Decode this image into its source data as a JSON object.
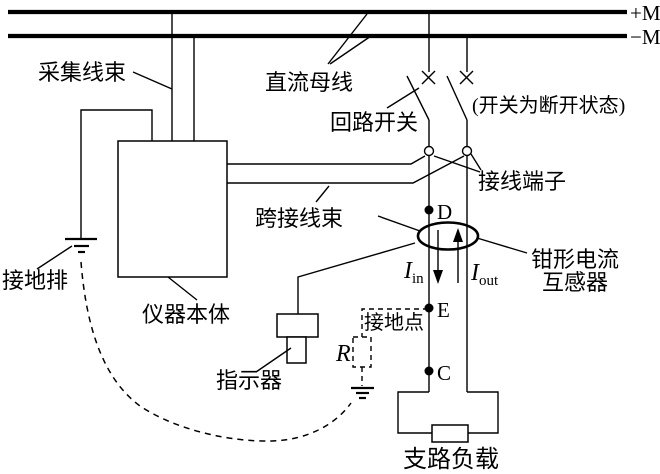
{
  "diagram": {
    "type": "electrical-wiring-schematic",
    "colors": {
      "line": "#000000",
      "background": "#ffffff"
    },
    "buses": {
      "positive_label": "+M",
      "negative_label": "−M",
      "dc_bus_label": "直流母线"
    },
    "labels": {
      "collection_harness": "采集线束",
      "loop_switch": "回路开关",
      "switch_state_note": "(开关为断开状态)",
      "terminal": "接线端子",
      "jumper_harness": "跨接线束",
      "instrument_body": "仪器本体",
      "ground_bar": "接地排",
      "indicator": "指示器",
      "clamp_ct_line1": "钳形电流",
      "clamp_ct_line2": "互感器",
      "ground_point": "接地点",
      "resistor": "R",
      "branch_load": "支路负载"
    },
    "points": {
      "d": "D",
      "e": "E",
      "c": "C"
    },
    "currents": {
      "in_symbol": "I",
      "in_sub": "in",
      "out_symbol": "I",
      "out_sub": "out"
    }
  }
}
